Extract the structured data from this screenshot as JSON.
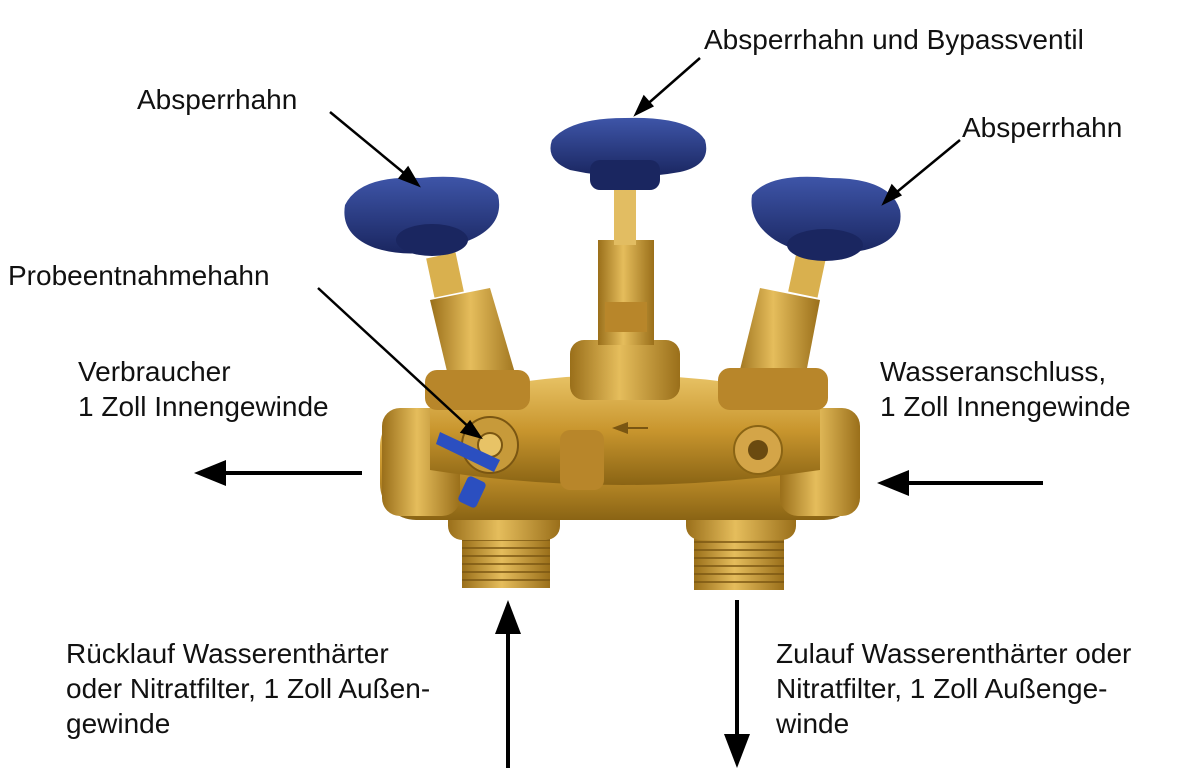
{
  "labels": {
    "top_center": "Absperrhahn und Bypassventil",
    "top_left": "Absperrhahn",
    "top_right": "Absperrhahn",
    "sample_valve": "Probeentnahmehahn",
    "consumer": [
      "Verbraucher",
      "1 Zoll Innengewinde"
    ],
    "water_connection": [
      "Wasseranschluss,",
      "1 Zoll Innengewinde"
    ],
    "return_line": [
      "Rücklauf Wasserenthärter",
      "oder Nitratfilter, 1 Zoll Außen-",
      "gewinde"
    ],
    "supply_line": [
      "Zulauf Wasserenthärter oder",
      "Nitratfilter, 1 Zoll Außenge-",
      "winde"
    ]
  },
  "colors": {
    "brass": "#c9962e",
    "brass_dark": "#8a6414",
    "brass_light": "#e8c366",
    "handwheel_blue": "#2b3f8f",
    "handwheel_dark": "#1a2660",
    "arrow": "#000000"
  }
}
